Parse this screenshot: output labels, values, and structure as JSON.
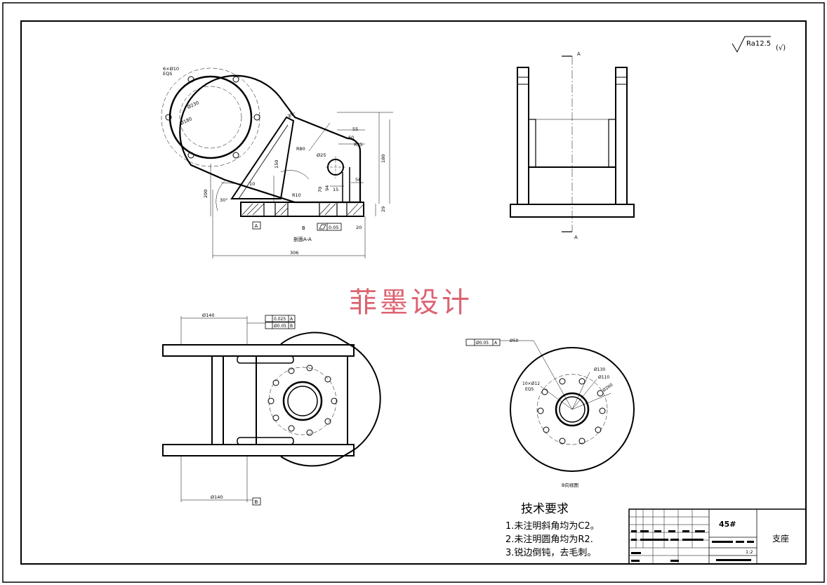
{
  "roughness": {
    "symbol": "Ra12.5",
    "suffix": "(√)"
  },
  "watermark": "菲墨设计",
  "section_view": {
    "hole_note_top": "6×Ø10",
    "hole_note_bottom": "EQS",
    "dims": {
      "d_inner": "Ø230",
      "d_bolt": "Ø180",
      "r_big": "R80",
      "r_hole": "Ø25",
      "r_boss": "R35",
      "d55": "55",
      "d60": "60",
      "d180": "180",
      "d25": "25",
      "d150": "150",
      "d70": "70",
      "d94": "94",
      "d15": "15",
      "d56": "56",
      "d29": "29",
      "d20": "20",
      "d200": "200",
      "d10": "10",
      "angle30": "30°",
      "r10": "R10",
      "d306": "306",
      "flat_tol": "0.05"
    },
    "datum_a": "A",
    "datum_b": "B",
    "caption": "剖面A-A"
  },
  "front_view": {
    "cut_top": "A",
    "cut_bottom": "A"
  },
  "top_view": {
    "dim_top": "Ø140",
    "dim_bottom": "Ø140",
    "tol1_value": "0.025",
    "tol1_datum": "A",
    "tol2_value": "Ø0.05",
    "tol2_datum": "B",
    "datum_b": "B"
  },
  "b_view": {
    "tol_value": "Ø0.05",
    "tol_datum": "A",
    "dim_phi50": "Ø50",
    "hole_note_top": "10×Ø12",
    "hole_note_bottom": "EQS",
    "d_130": "Ø130",
    "d_110": "Ø110",
    "d_260": "Ø260",
    "caption": "B向视图"
  },
  "tech_req": {
    "title": "技术要求",
    "lines": [
      "1.未注明斜角均为C2。",
      "2.未注明圆角均为R2.",
      "3.锐边倒钝，去毛刺。"
    ]
  },
  "title_block": {
    "material": "45#",
    "name": "支座",
    "scale": "1:2"
  }
}
